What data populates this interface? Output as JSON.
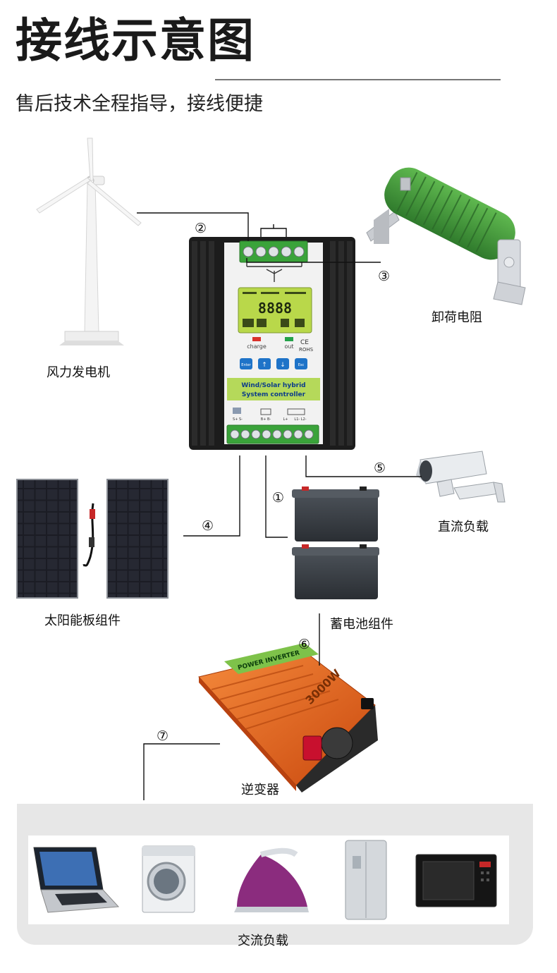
{
  "header": {
    "title": "接线示意图",
    "subtitle": "售后技术全程指导，接线便捷"
  },
  "components": {
    "wind_turbine": "风力发电机",
    "dump_load": "卸荷电阻",
    "dc_load": "直流负载",
    "solar_panels": "太阳能板组件",
    "battery": "蓄电池组件",
    "inverter": "逆变器",
    "ac_load": "交流负载"
  },
  "connections": [
    "①",
    "②",
    "③",
    "④",
    "⑤",
    "⑥",
    "⑦"
  ],
  "controller": {
    "title_line1": "Wind/Solar hybrid",
    "title_line2": "System controller",
    "lcd_readout": "8888",
    "led_charge": "charge",
    "led_out": "out",
    "cert_ce": "CE",
    "cert_rohs": "ROHS",
    "buttons": [
      "Enter",
      "↑",
      "↓",
      "Esc"
    ],
    "terminal_labels": [
      "S+ S-",
      "B+ B-",
      "L+",
      "L1- L2-"
    ]
  },
  "inverter_text": {
    "brand_strip": "POWER INVERTER",
    "rating": "3000W"
  },
  "colors": {
    "controller_body": "#1c1c1c",
    "controller_face": "#f2f2f2",
    "terminal_green": "#3aa33a",
    "lcd": "#b9d84a",
    "button_blue": "#1e73c8",
    "inverter_orange": "#e8661c",
    "resistor_green": "#3e8e3a",
    "panel_dark": "#15161c"
  }
}
